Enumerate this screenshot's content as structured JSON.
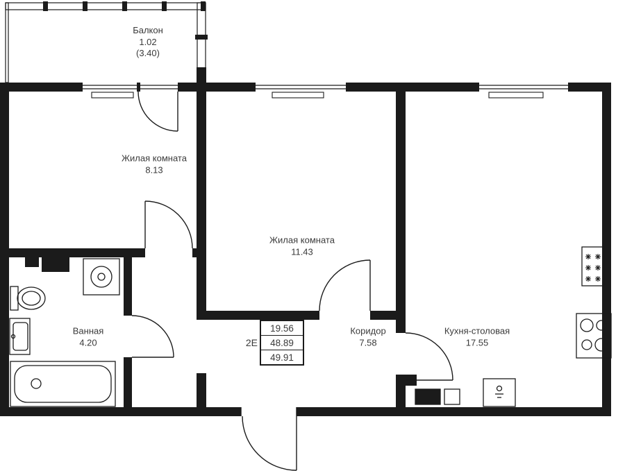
{
  "floor_plan": {
    "unit": {
      "type_label": "2Е",
      "living_area": "19.56",
      "area": "48.89",
      "total_area": "49.91"
    },
    "rooms": {
      "balcony": {
        "name": "Балкон",
        "area": "1.02",
        "area_full": "(3.40)"
      },
      "room1": {
        "name": "Жилая комната",
        "area": "8.13"
      },
      "room2": {
        "name": "Жилая комната",
        "area": "11.43"
      },
      "bathroom": {
        "name": "Ванная",
        "area": "4.20"
      },
      "corridor": {
        "name": "Коридор",
        "area": "7.58"
      },
      "kitchen": {
        "name": "Кухня-столовая",
        "area": "17.55"
      }
    },
    "fixture_icons": [
      "bathtub-icon",
      "washbasin-icon",
      "toilet-icon",
      "washing-machine-icon",
      "stove-icon",
      "appliance-icon",
      "kitchen-sink-icon",
      "cabinet-icon",
      "radiator-icon"
    ],
    "colors": {
      "wall": "#1b1b1b",
      "text": "#3a3a3a",
      "background": "#ffffff"
    }
  }
}
